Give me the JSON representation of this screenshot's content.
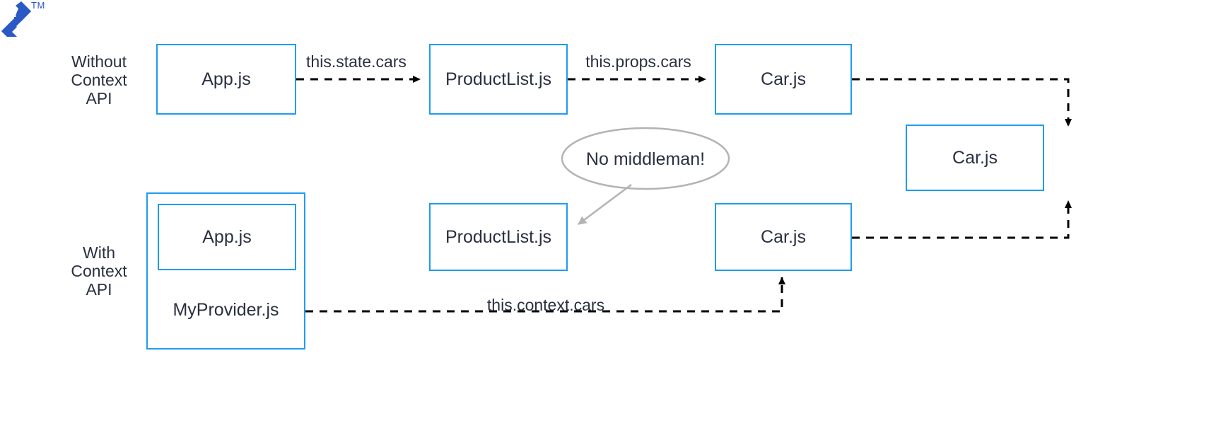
{
  "diagram": {
    "title_logo": {
      "name": "lucid-logo",
      "tm": "TM",
      "color": "#2a58c4"
    },
    "colors": {
      "node_border": "#1f9cf0",
      "text": "#2b3040",
      "edge": "#000000",
      "callout_stroke": "#b3b3b3"
    },
    "sections": [
      {
        "id": "without-context",
        "label": "Without\nContext\nAPI"
      },
      {
        "id": "with-context",
        "label": "With\nContext\nAPI"
      }
    ],
    "nodes": [
      {
        "id": "app-top",
        "label": "App.js"
      },
      {
        "id": "productlist-top",
        "label": "ProductList.js"
      },
      {
        "id": "car-top",
        "label": "Car.js"
      },
      {
        "id": "car-right",
        "label": "Car.js"
      },
      {
        "id": "app-bottom",
        "label": "App.js"
      },
      {
        "id": "provider",
        "label": "MyProvider.js"
      },
      {
        "id": "productlist-bottom",
        "label": "ProductList.js"
      },
      {
        "id": "car-bottom",
        "label": "Car.js"
      }
    ],
    "edge_labels": [
      {
        "id": "state-cars",
        "label": "this.state.cars"
      },
      {
        "id": "props-cars",
        "label": "this.props.cars"
      },
      {
        "id": "context-cars",
        "label": "this.context.cars"
      }
    ],
    "callout": {
      "id": "no-middleman",
      "label": "No middleman!"
    }
  }
}
